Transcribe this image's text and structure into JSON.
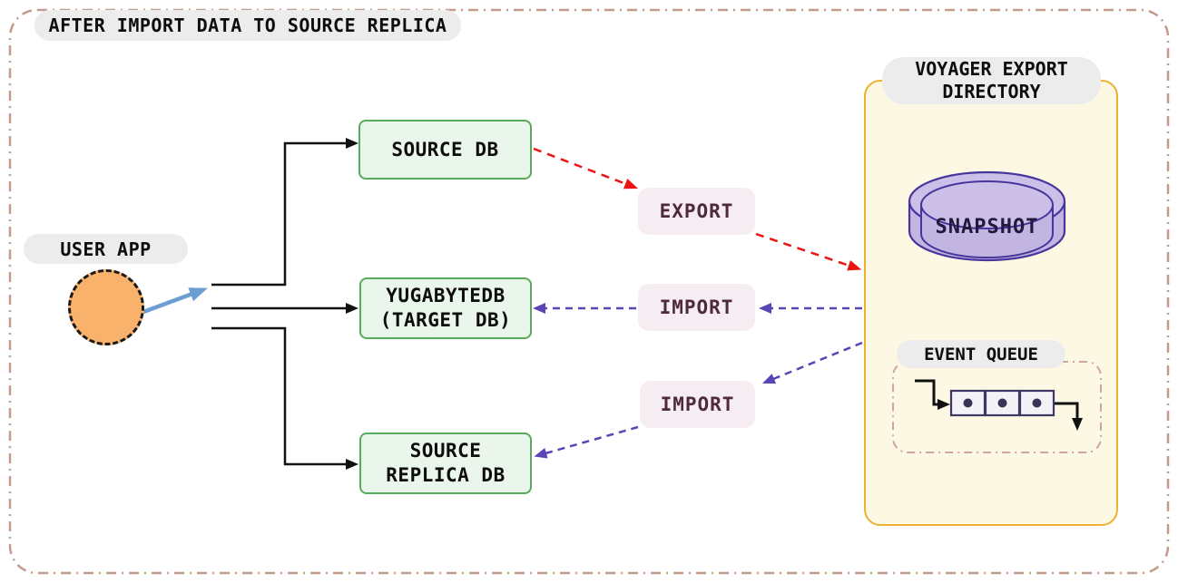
{
  "title": "AFTER IMPORT DATA TO SOURCE REPLICA",
  "user_app": {
    "label": "USER APP"
  },
  "nodes": {
    "source_db": {
      "label": "SOURCE DB"
    },
    "target_db": {
      "line1": "YUGABYTEDB",
      "line2": "(TARGET DB)"
    },
    "source_replica_db": {
      "line1": "SOURCE",
      "line2": "REPLICA DB"
    }
  },
  "flow_labels": {
    "export": "EXPORT",
    "import_target": "IMPORT",
    "import_replica": "IMPORT"
  },
  "voyager": {
    "title_line1": "VOYAGER EXPORT",
    "title_line2": "DIRECTORY",
    "snapshot": "SNAPSHOT",
    "event_queue": "EVENT QUEUE"
  },
  "colors": {
    "outer_border": "#c49a8b",
    "label_pill_bg": "#ececec",
    "db_box_fill": "#eaf6eb",
    "db_box_border": "#57ab5a",
    "flow_label_fill": "#f6edf2",
    "flow_label_text": "#4e2a3a",
    "voyager_fill": "#fdf8e3",
    "voyager_border": "#eeb02f",
    "snapshot_fill": "#c3b5e2",
    "snapshot_border": "#46359c",
    "export_arrow_red": "#ec1313",
    "import_arrow_purple": "#5b44b5",
    "user_arrow_blue": "#6d9ed3",
    "user_app_fill": "#f9b26c",
    "queue_dashed_border": "#cfa4a4",
    "branch_line_black": "#111111"
  }
}
